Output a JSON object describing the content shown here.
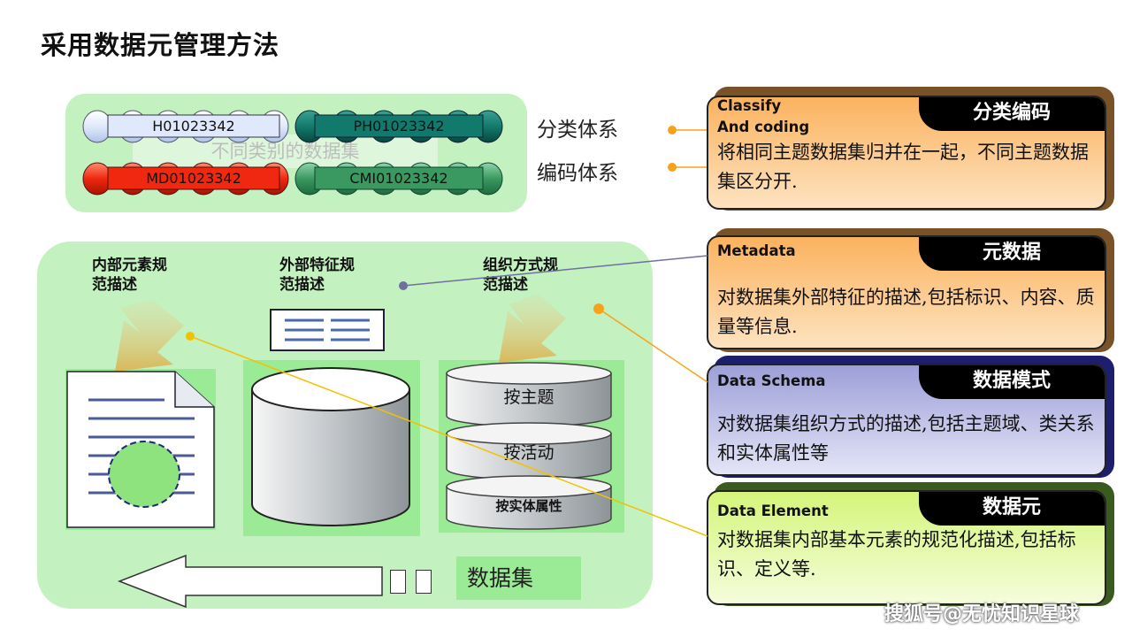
{
  "title": "采用数据元管理方法",
  "top_panel": {
    "ghost_text": "不同类别的数据集",
    "cylinders": [
      {
        "code": "H01023342"
      },
      {
        "code": "PH01023342"
      },
      {
        "code": "MD01023342"
      },
      {
        "code": "CMI01023342"
      }
    ],
    "label_classify": "分类体系",
    "label_coding": "编码体系"
  },
  "main_panel": {
    "section_internal": [
      "内部元素规",
      "范描述"
    ],
    "section_external": [
      "外部特征规",
      "范描述"
    ],
    "section_organization": [
      "组织方式规",
      "范描述"
    ],
    "stack_items": [
      "按主题",
      "按活动",
      "按实体属性"
    ],
    "dataset_label": "数据集"
  },
  "cards": [
    {
      "en": [
        "Classify",
        "And coding"
      ],
      "cn": "分类编码",
      "text": "将相同主题数据集归并在一起，不同主题数据集区分开.",
      "color": "#fbb25e",
      "shadow": "#7a5228"
    },
    {
      "en": [
        "Metadata"
      ],
      "cn": "元数据",
      "text": "对数据集外部特征的描述,包括标识、内容、质量等信息.",
      "color": "#fbb25e",
      "shadow": "#7a5228"
    },
    {
      "en": [
        "Data Schema"
      ],
      "cn": "数据模式",
      "text": "对数据集组织方式的描述,包括主题域、类关系和实体属性等",
      "color": "#9d9fd8",
      "shadow": "#1d1f6e"
    },
    {
      "en": [
        "Data Element"
      ],
      "cn": "数据元",
      "text": "对数据集内部基本元素的规范化描述,包括标识、定义等.",
      "color": "#d4f57a",
      "shadow": "#3a5a1e"
    }
  ],
  "colors": {
    "panel_green": "#c3f1bf",
    "card_green": "#9bea95",
    "connector_orange": "#f7a21b",
    "connector_yellow": "#f2c200",
    "connector_purple": "#7070a0"
  },
  "watermark": "搜狐号@无忧知识星球"
}
